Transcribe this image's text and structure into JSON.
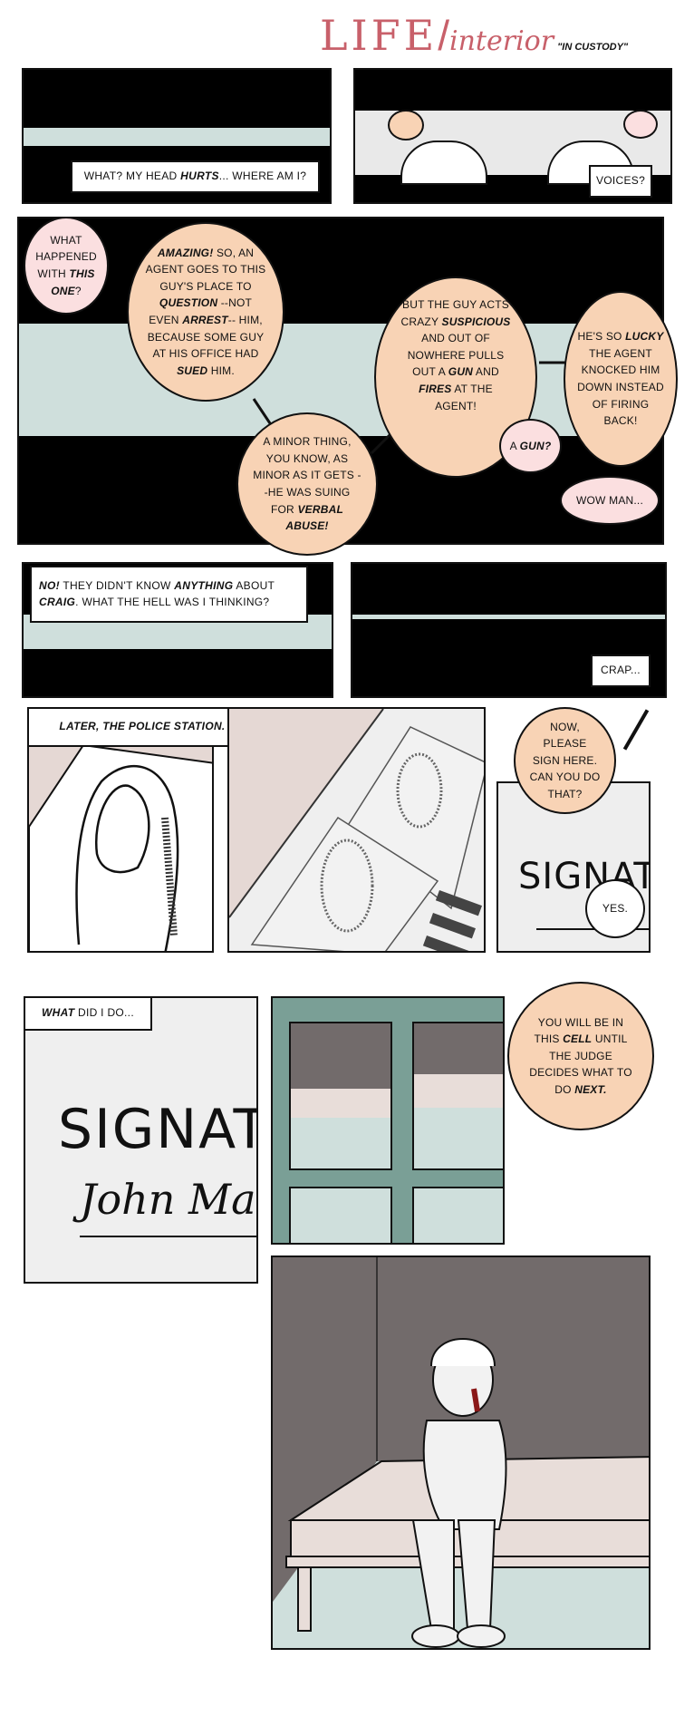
{
  "header": {
    "title_main": "LIFE",
    "title_slash": "/",
    "title_section": "interior",
    "episode": "\"IN CUSTODY\""
  },
  "colors": {
    "title": "#c8606a",
    "peach_bubble": "#f8d3b5",
    "pink_bubble": "#fbdfe0",
    "light_band": "#cfdfdc",
    "cell_bars": "#7a9f96",
    "cell_wall": "#726b6b"
  },
  "row1": {
    "caption1": {
      "plain1": "WHAT? MY HEAD ",
      "bold1": "HURTS",
      "plain2": "... WHERE AM I?"
    },
    "caption2": "VOICES?"
  },
  "row2": {
    "b1": {
      "p1": "WHAT HAPPENED WITH ",
      "b1": "THIS ONE",
      "p2": "?"
    },
    "b2": {
      "b1": "AMAZING!",
      "p1": " SO, AN AGENT GOES TO THIS GUY'S PLACE TO ",
      "b2": "QUESTION",
      "p2": " --NOT EVEN ",
      "b3": "ARREST",
      "p3": "-- HIM, BECAUSE SOME GUY AT HIS OFFICE HAD ",
      "b4": "SUED",
      "p4": " HIM."
    },
    "b3": {
      "p1": "A MINOR THING, YOU KNOW, AS MINOR AS IT GETS --HE WAS SUING FOR ",
      "b1": "VERBAL ABUSE!"
    },
    "b4": {
      "p1": "BUT THE GUY ACTS CRAZY ",
      "b1": "SUSPICIOUS",
      "p2": " AND OUT OF NOWHERE PULLS OUT A ",
      "b2": "GUN",
      "p3": " AND ",
      "b3": "FIRES",
      "p4": " AT THE AGENT!"
    },
    "b5": {
      "p1": "A ",
      "b1": "GUN?"
    },
    "b6": {
      "p1": "HE'S SO ",
      "b1": "LUCKY",
      "p2": " THE AGENT KNOCKED HIM DOWN INSTEAD OF FIRING BACK!"
    },
    "b7": "WOW MAN..."
  },
  "row3": {
    "caption1": {
      "b1": "NO!",
      "p1": " THEY DIDN'T KNOW ",
      "b2": "ANYTHING",
      "p2": " ABOUT ",
      "b3": "CRAIG",
      "p3": ". WHAT THE HELL WAS I THINKING?"
    },
    "caption2": "CRAP..."
  },
  "row4": {
    "caption": "LATER, THE POLICE STATION.",
    "bubble": "NOW, PLEASE SIGN HERE. CAN YOU DO THAT?",
    "form_text": "SIGNAT",
    "reply": "YES."
  },
  "row5": {
    "caption": {
      "b1": "WHAT",
      "p1": " DID I DO..."
    },
    "form_text": "SIGNAT",
    "signature": "John Mar",
    "bubble": {
      "p1": "YOU WILL BE IN THIS ",
      "b1": "CELL",
      "p2": " UNTIL THE JUDGE DECIDES WHAT TO DO ",
      "b2": "NEXT."
    }
  }
}
